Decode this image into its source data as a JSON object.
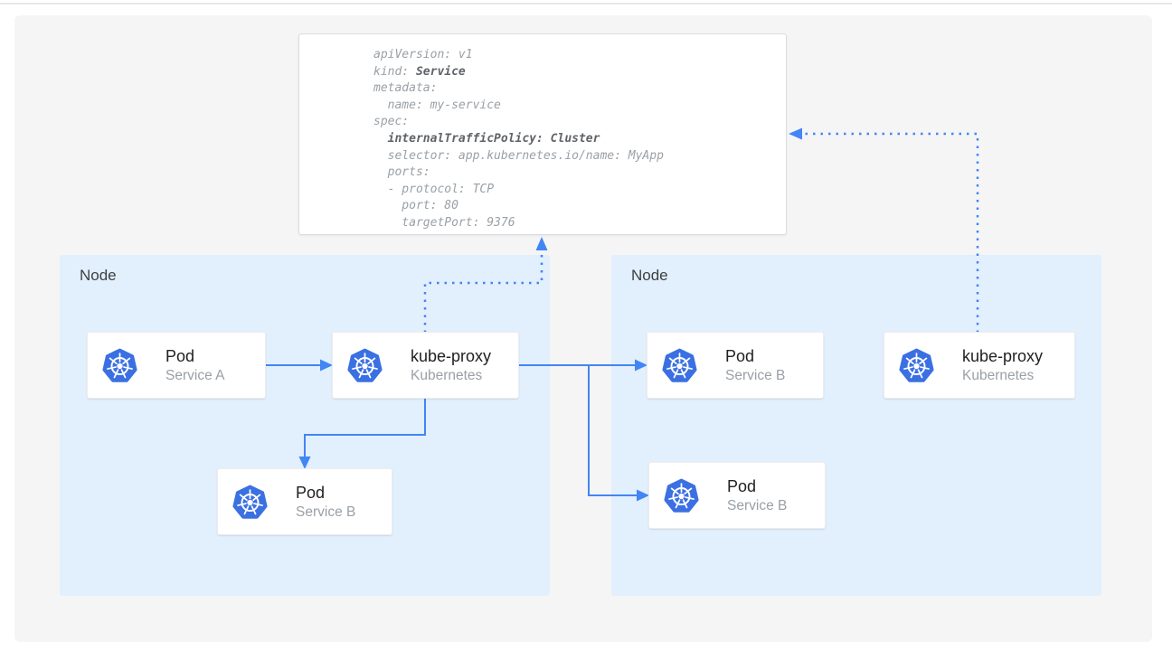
{
  "diagram": {
    "yaml": {
      "lines": [
        {
          "text": "apiVersion: v1"
        },
        {
          "prefix": "kind: ",
          "bold": "Service"
        },
        {
          "text": "metadata:"
        },
        {
          "text": "  name: my-service"
        },
        {
          "text": "spec:"
        },
        {
          "bold": "  internalTrafficPolicy: Cluster"
        },
        {
          "text": "  selector: app.kubernetes.io/name: MyApp"
        },
        {
          "text": "  ports:"
        },
        {
          "text": "  - protocol: TCP"
        },
        {
          "text": "    port: 80"
        },
        {
          "text": "    targetPort: 9376"
        }
      ]
    },
    "nodes": [
      {
        "label": "Node"
      },
      {
        "label": "Node"
      }
    ],
    "cards": [
      {
        "id": "pod-service-a",
        "title": "Pod",
        "subtitle": "Service A",
        "icon": "kubernetes-icon"
      },
      {
        "id": "kube-proxy-left",
        "title": "kube-proxy",
        "subtitle": "Kubernetes",
        "icon": "kubernetes-icon"
      },
      {
        "id": "pod-service-b-left",
        "title": "Pod",
        "subtitle": "Service B",
        "icon": "kubernetes-icon"
      },
      {
        "id": "pod-service-b-right-top",
        "title": "Pod",
        "subtitle": "Service B",
        "icon": "kubernetes-icon"
      },
      {
        "id": "kube-proxy-right",
        "title": "kube-proxy",
        "subtitle": "Kubernetes",
        "icon": "kubernetes-icon"
      },
      {
        "id": "pod-service-b-right-bottom",
        "title": "Pod",
        "subtitle": "Service B",
        "icon": "kubernetes-icon"
      }
    ],
    "arrows": [
      {
        "name": "pod-service-a-to-kube-proxy",
        "style": "solid"
      },
      {
        "name": "kube-proxy-to-pod-service-b-right-top",
        "style": "solid"
      },
      {
        "name": "kube-proxy-to-pod-service-b-right-bottom",
        "style": "solid"
      },
      {
        "name": "kube-proxy-to-pod-service-b-left",
        "style": "solid"
      },
      {
        "name": "kube-proxy-left-to-service-yaml",
        "style": "dotted"
      },
      {
        "name": "kube-proxy-right-to-service-yaml",
        "style": "dotted"
      }
    ],
    "colors": {
      "arrow_blue": "#4285f4",
      "kubernetes_blue": "#3b70e2",
      "node_bg": "#e2effc",
      "canvas_bg": "#f5f5f6",
      "code_regular": "#9aa0a6",
      "code_bold": "#5f6368"
    }
  }
}
